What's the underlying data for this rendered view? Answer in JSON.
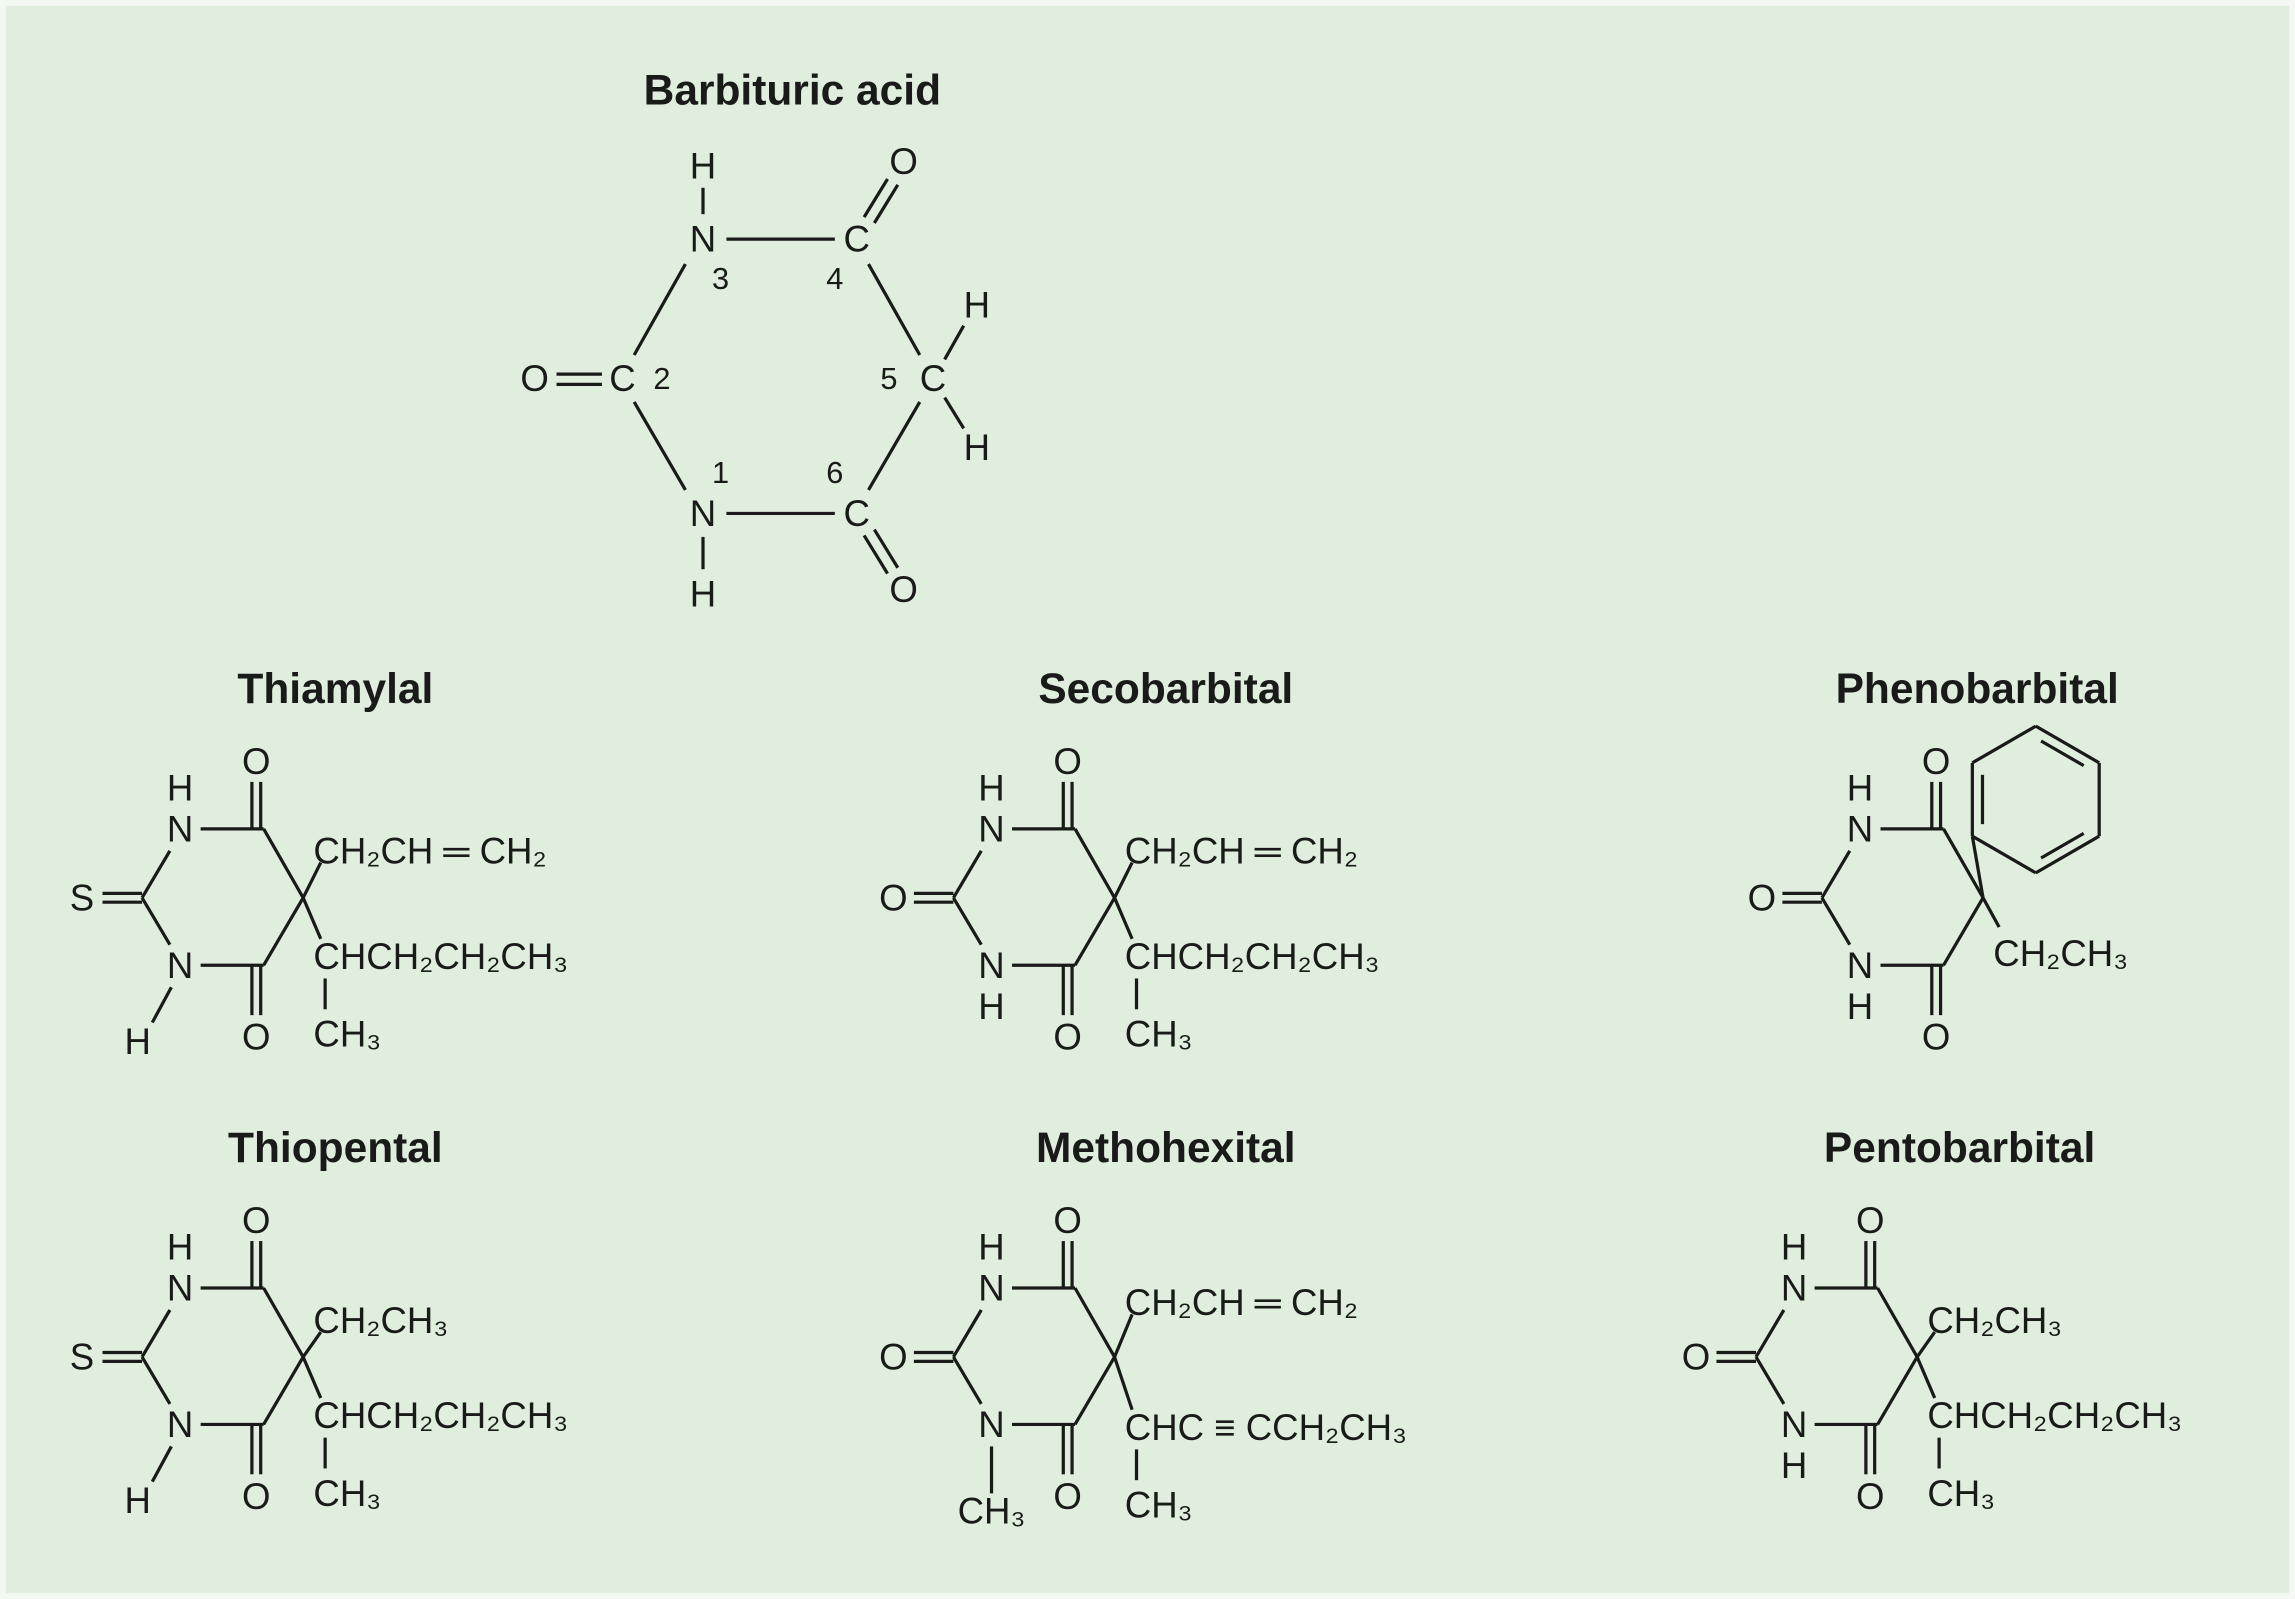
{
  "colors": {
    "background": "#dfeedd",
    "ink": "#1a1a1a",
    "border": "#f4f8f3"
  },
  "atoms": {
    "N": "N",
    "O": "O",
    "H": "H",
    "S": "S",
    "C": "C"
  },
  "barbituric_acid": {
    "title": "Barbituric acid",
    "numbers": {
      "n1": "1",
      "c2": "2",
      "n3": "3",
      "c4": "4",
      "c5": "5",
      "c6": "6"
    }
  },
  "molecules": [
    {
      "name": "Thiamylal",
      "c2_atom": "S",
      "n1_sub": "H",
      "sub1": "CH₂CH ═ CH₂",
      "sub2": "CHCH₂CH₂CH₃",
      "branch": "CH₃"
    },
    {
      "name": "Secobarbital",
      "c2_atom": "O",
      "n1_sub": "H",
      "sub1": "CH₂CH ═ CH₂",
      "sub2": "CHCH₂CH₂CH₃",
      "branch": "CH₃"
    },
    {
      "name": "Phenobarbital",
      "c2_atom": "O",
      "n1_sub": "H",
      "sub1": "phenyl",
      "sub2": "CH₂CH₃",
      "branch": null
    },
    {
      "name": "Thiopental",
      "c2_atom": "S",
      "n1_sub": "H",
      "sub1": "CH₂CH₃",
      "sub2": "CHCH₂CH₂CH₃",
      "branch": "CH₃"
    },
    {
      "name": "Methohexital",
      "c2_atom": "O",
      "n1_sub": "CH₃",
      "sub1": "CH₂CH ═ CH₂",
      "sub2": "CHC ≡ CCH₂CH₃",
      "branch": "CH₃"
    },
    {
      "name": "Pentobarbital",
      "c2_atom": "O",
      "n1_sub": "H",
      "sub1": "CH₂CH₃",
      "sub2": "CHCH₂CH₂CH₃",
      "branch": "CH₃"
    }
  ]
}
